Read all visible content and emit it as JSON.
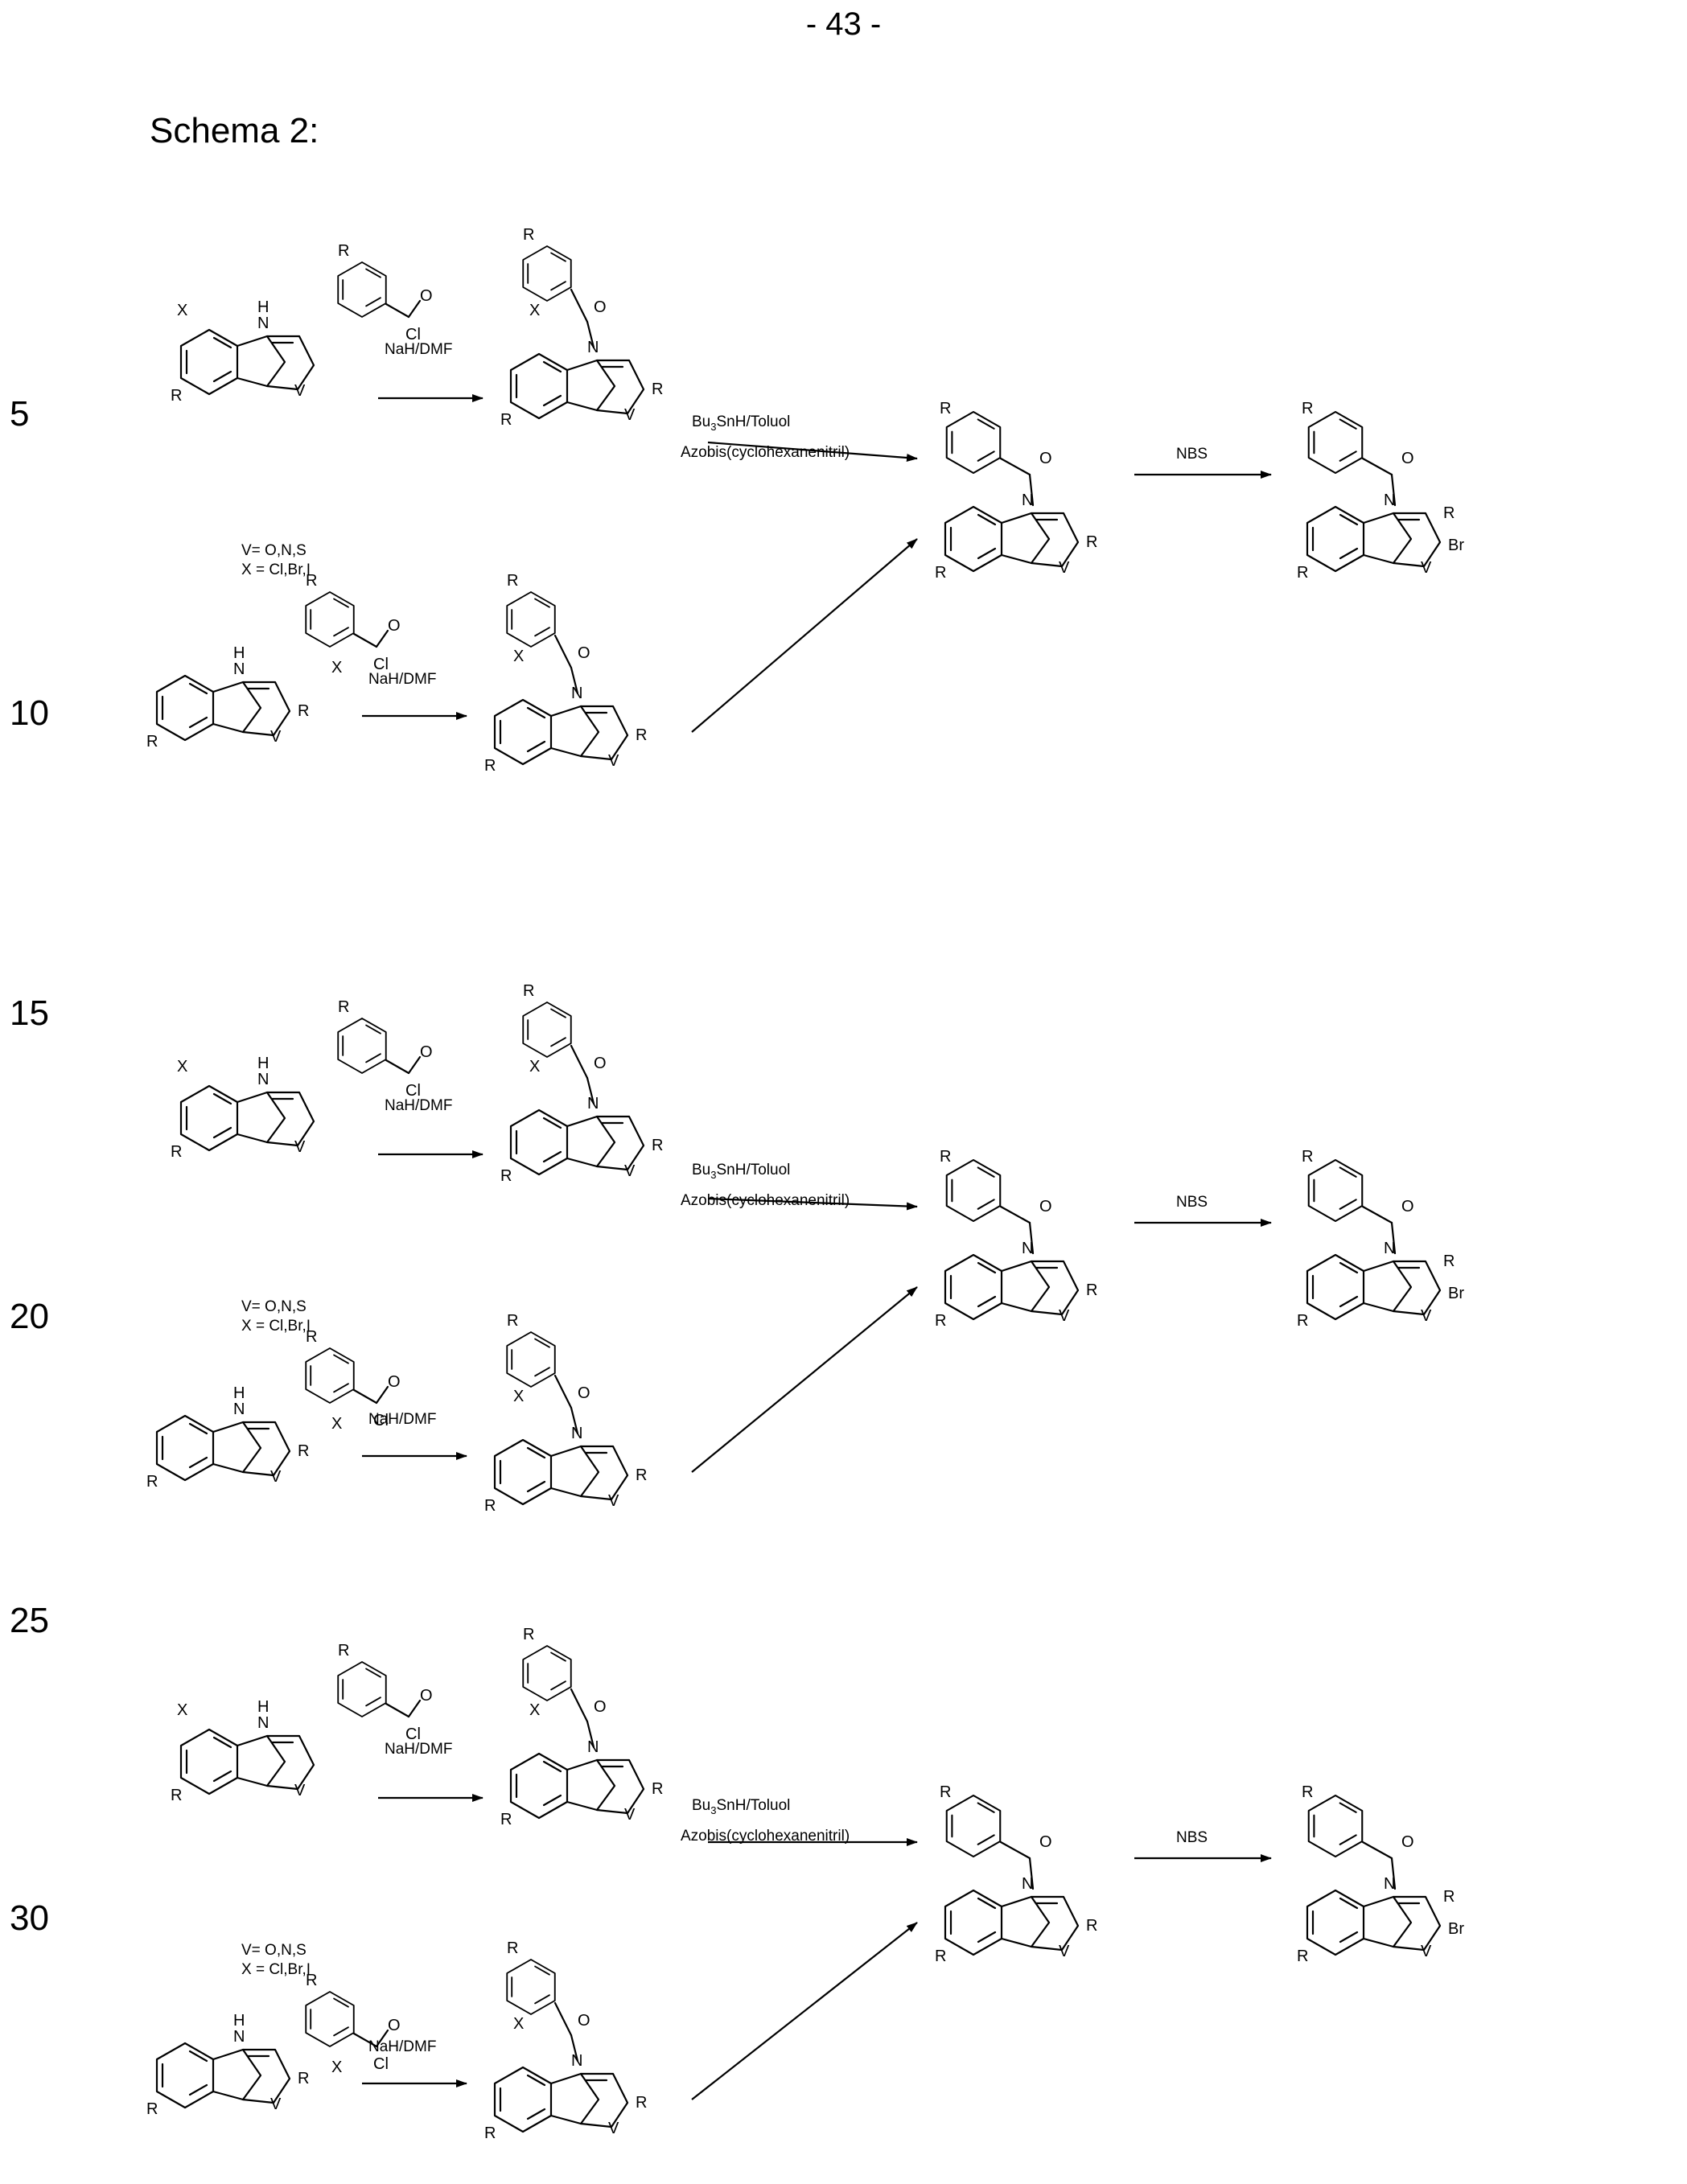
{
  "page_number": "- 43 -",
  "heading": "Schema 2:",
  "line_numbers": [
    "5",
    "10",
    "15",
    "20",
    "25",
    "30"
  ],
  "labels": {
    "R": "R",
    "X": "X",
    "V": "V",
    "N": "N",
    "H": "H",
    "O": "O",
    "Cl": "Cl",
    "Br": "Br"
  },
  "conditions": {
    "acylation": "NaH/DMF",
    "variables_v": "V= O,N,S",
    "variables_x": "X = Cl,Br,I",
    "cyclization_bu": "Bu",
    "cyclization_sub": "3",
    "cyclization_rest": "SnH/Toluol",
    "cyclization_initiator": "Azobis(cyclohexanenitril)",
    "bromination": "NBS"
  }
}
